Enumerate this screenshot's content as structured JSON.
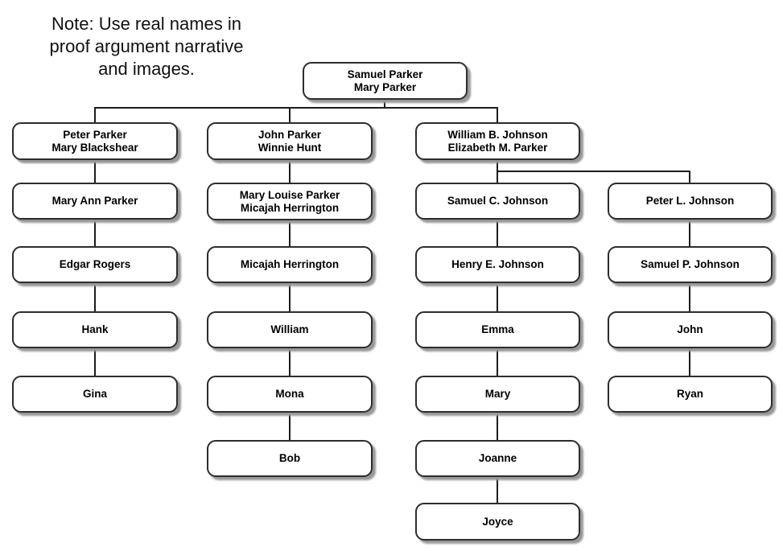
{
  "note": {
    "lines": [
      "Note: Use real names in",
      "proof argument narrative",
      "and images."
    ]
  },
  "colors": {
    "background": "#ffffff",
    "box_fill": "#ffffff",
    "box_border": "#2d2d2d",
    "box_shadow": "#989898",
    "connector_line": "#1c1c1c",
    "text": "#000000"
  },
  "nodes": [
    {
      "id": "root-couple",
      "line1": "Samuel Parker",
      "line2": "Mary Parker"
    },
    {
      "id": "branch1-couple",
      "line1": "Peter Parker",
      "line2": "Mary Blackshear"
    },
    {
      "id": "branch2-couple",
      "line1": "John Parker",
      "line2": "Winnie Hunt"
    },
    {
      "id": "branch3-couple",
      "line1": "William B. Johnson",
      "line2": "Elizabeth M. Parker"
    },
    {
      "id": "mary-ann-parker",
      "line1": "Mary Ann Parker"
    },
    {
      "id": "edgar-rogers",
      "line1": "Edgar Rogers"
    },
    {
      "id": "hank",
      "line1": "Hank"
    },
    {
      "id": "gina",
      "line1": "Gina"
    },
    {
      "id": "mary-louise-couple",
      "line1": "Mary Louise Parker",
      "line2": "Micajah Herrington"
    },
    {
      "id": "micajah-herrington",
      "line1": "Micajah Herrington"
    },
    {
      "id": "william",
      "line1": "William"
    },
    {
      "id": "mona",
      "line1": "Mona"
    },
    {
      "id": "bob",
      "line1": "Bob"
    },
    {
      "id": "samuel-c-johnson",
      "line1": "Samuel C. Johnson"
    },
    {
      "id": "henry-e-johnson",
      "line1": "Henry E. Johnson"
    },
    {
      "id": "emma",
      "line1": "Emma"
    },
    {
      "id": "mary",
      "line1": "Mary"
    },
    {
      "id": "joanne",
      "line1": "Joanne"
    },
    {
      "id": "joyce",
      "line1": "Joyce"
    },
    {
      "id": "peter-l-johnson",
      "line1": "Peter L. Johnson"
    },
    {
      "id": "samuel-p-johnson",
      "line1": "Samuel P. Johnson"
    },
    {
      "id": "john",
      "line1": "John"
    },
    {
      "id": "ryan",
      "line1": "Ryan"
    }
  ]
}
